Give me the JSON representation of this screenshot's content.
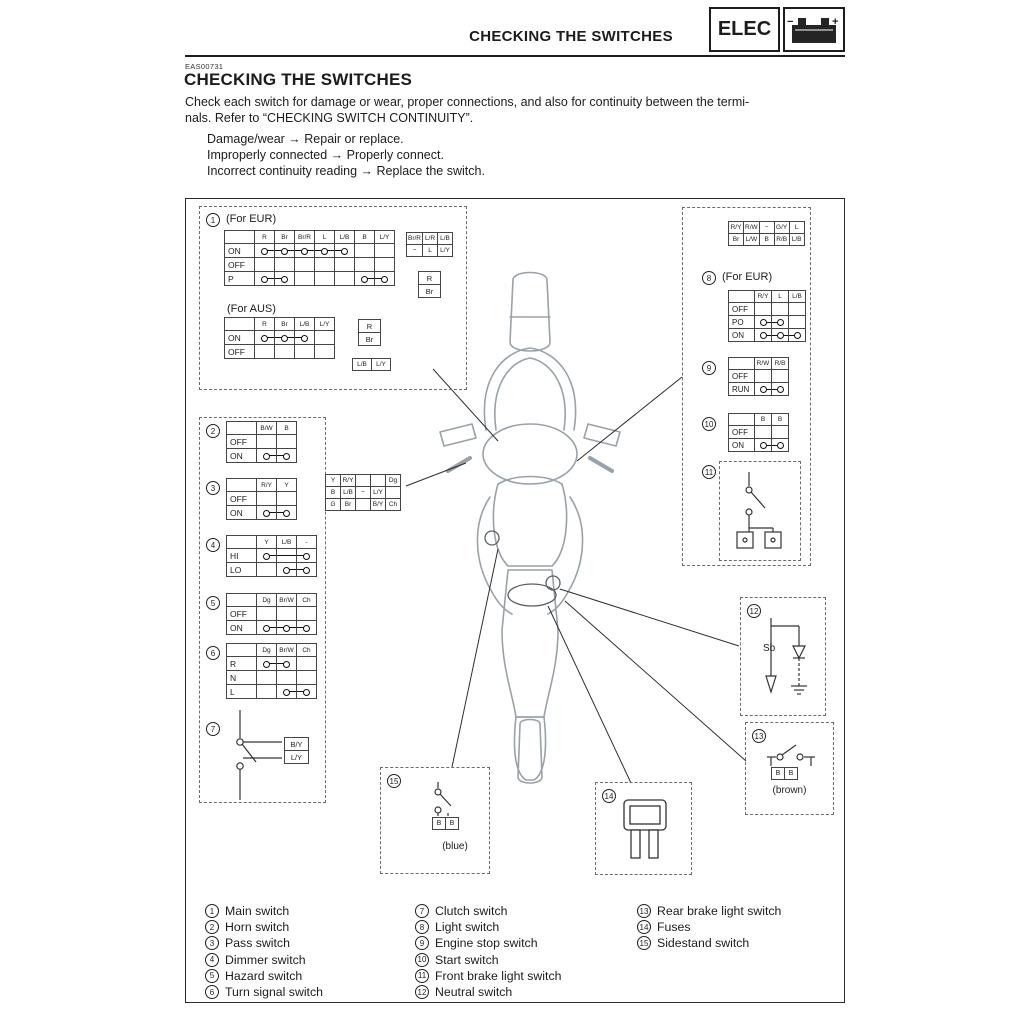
{
  "header": {
    "title": "CHECKING THE SWITCHES",
    "badge": "ELEC"
  },
  "intro": {
    "code": "EAS00731",
    "heading": "CHECKING THE SWITCHES",
    "para_line1": "Check each switch for damage or wear, proper connections, and also for continuity between the termi-",
    "para_line2": "nals. Refer to “CHECKING SWITCH CONTINUITY”.",
    "bullets": [
      "Damage/wear → Repair or replace.",
      "Improperly connected → Properly connect.",
      "Incorrect continuity reading → Replace the switch."
    ]
  },
  "sw1": {
    "num": "1",
    "label_eur": "(For EUR)",
    "label_aus": "(For AUS)",
    "eur": {
      "cols": [
        "R",
        "Br",
        "Br/R",
        "L",
        "L/B",
        "B",
        "L/Y"
      ],
      "rows": [
        {
          "name": "ON",
          "cells": [
            1,
            1,
            1,
            1,
            1,
            0,
            0
          ]
        },
        {
          "name": "OFF",
          "cells": [
            0,
            0,
            0,
            0,
            0,
            0,
            0
          ]
        },
        {
          "name": "P",
          "cells": [
            1,
            1,
            0,
            0,
            0,
            2,
            2
          ]
        }
      ]
    },
    "eur_conn": {
      "rows": [
        [
          "Br/R",
          "L/R",
          "L/B"
        ],
        [
          "−",
          "L",
          "L/Y"
        ]
      ]
    },
    "eur_conn2": {
      "rows": [
        [
          "R"
        ],
        [
          "Br"
        ]
      ]
    },
    "aus": {
      "cols": [
        "R",
        "Br",
        "L/B",
        "L/Y"
      ],
      "rows": [
        {
          "name": "ON",
          "cells": [
            1,
            1,
            1,
            0
          ]
        },
        {
          "name": "OFF",
          "cells": [
            0,
            0,
            0,
            0
          ]
        }
      ]
    },
    "aus_conn": {
      "rows": [
        [
          "R"
        ],
        [
          "Br"
        ]
      ]
    },
    "aus_conn2": {
      "rows": [
        [
          "L/B",
          "L/Y"
        ]
      ]
    }
  },
  "sw2": {
    "num": "2",
    "cols": [
      "B/W",
      "B"
    ],
    "rows": [
      {
        "name": "OFF",
        "cells": [
          0,
          0
        ]
      },
      {
        "name": "ON",
        "cells": [
          1,
          1
        ]
      }
    ]
  },
  "sw3": {
    "num": "3",
    "cols": [
      "R/Y",
      "Y"
    ],
    "rows": [
      {
        "name": "OFF",
        "cells": [
          0,
          0
        ]
      },
      {
        "name": "ON",
        "cells": [
          1,
          1
        ]
      }
    ]
  },
  "sw4": {
    "num": "4",
    "cols": [
      "Y",
      "L/B",
      "-"
    ],
    "rows": [
      {
        "name": "HI",
        "cells": [
          1,
          0,
          1
        ]
      },
      {
        "name": "LO",
        "cells": [
          0,
          1,
          1
        ]
      }
    ]
  },
  "sw5": {
    "num": "5",
    "cols": [
      "Dg",
      "Br/W",
      "Ch"
    ],
    "rows": [
      {
        "name": "OFF",
        "cells": [
          0,
          0,
          0
        ]
      },
      {
        "name": "ON",
        "cells": [
          1,
          1,
          1
        ]
      }
    ]
  },
  "sw6": {
    "num": "6",
    "cols": [
      "Dg",
      "Br/W",
      "Ch"
    ],
    "rows": [
      {
        "name": "R",
        "cells": [
          1,
          1,
          0
        ]
      },
      {
        "name": "N",
        "cells": [
          0,
          0,
          0
        ]
      },
      {
        "name": "L",
        "cells": [
          0,
          1,
          1
        ]
      }
    ]
  },
  "sw7": {
    "num": "7",
    "conn": {
      "rows": [
        [
          "B/Y"
        ],
        [
          "L/Y"
        ]
      ]
    }
  },
  "mid_conn": {
    "rows": [
      [
        "Y",
        "R/Y",
        "",
        "",
        "Dg"
      ],
      [
        "B",
        "L/B",
        "−",
        "L/Y",
        ""
      ],
      [
        "G",
        "Br",
        "",
        "B/Y",
        "Ch"
      ]
    ]
  },
  "right_conn": {
    "rows": [
      [
        "R/Y",
        "R/W",
        "−",
        "G/Y",
        "L"
      ],
      [
        "Br",
        "L/W",
        "B",
        "R/B",
        "L/B"
      ]
    ]
  },
  "sw8": {
    "num": "8",
    "label": "(For EUR)",
    "cols": [
      "R/Y",
      "L",
      "L/B"
    ],
    "rows": [
      {
        "name": "OFF",
        "cells": [
          0,
          0,
          0
        ]
      },
      {
        "name": "PO",
        "cells": [
          1,
          1,
          0
        ]
      },
      {
        "name": "ON",
        "cells": [
          1,
          1,
          1
        ]
      }
    ]
  },
  "sw9": {
    "num": "9",
    "cols": [
      "R/W",
      "R/B"
    ],
    "rows": [
      {
        "name": "OFF",
        "cells": [
          0,
          0
        ]
      },
      {
        "name": "RUN",
        "cells": [
          1,
          1
        ]
      }
    ]
  },
  "sw10": {
    "num": "10",
    "cols": [
      "B",
      "B"
    ],
    "rows": [
      {
        "name": "OFF",
        "cells": [
          0,
          0
        ]
      },
      {
        "name": "ON",
        "cells": [
          1,
          1
        ]
      }
    ]
  },
  "sw11": {
    "num": "11"
  },
  "sw12": {
    "num": "12",
    "wire": "Sb"
  },
  "sw13": {
    "num": "13",
    "conn": {
      "rows": [
        [
          "B",
          "B"
        ]
      ]
    },
    "note": "(brown)"
  },
  "sw14": {
    "num": "14"
  },
  "sw15": {
    "num": "15",
    "conn": {
      "rows": [
        [
          "B",
          "B"
        ]
      ]
    },
    "note": "(blue)"
  },
  "legend": {
    "columns": [
      [
        {
          "num": "1",
          "label": "Main switch"
        },
        {
          "num": "2",
          "label": "Horn switch"
        },
        {
          "num": "3",
          "label": "Pass switch"
        },
        {
          "num": "4",
          "label": "Dimmer switch"
        },
        {
          "num": "5",
          "label": "Hazard switch"
        },
        {
          "num": "6",
          "label": "Turn signal switch"
        }
      ],
      [
        {
          "num": "7",
          "label": "Clutch switch"
        },
        {
          "num": "8",
          "label": "Light switch"
        },
        {
          "num": "9",
          "label": "Engine stop switch"
        },
        {
          "num": "10",
          "label": "Start switch"
        },
        {
          "num": "11",
          "label": "Front brake light switch"
        },
        {
          "num": "12",
          "label": "Neutral switch"
        }
      ],
      [
        {
          "num": "13",
          "label": "Rear brake light switch"
        },
        {
          "num": "14",
          "label": "Fuses"
        },
        {
          "num": "15",
          "label": "Sidestand switch"
        }
      ]
    ]
  }
}
